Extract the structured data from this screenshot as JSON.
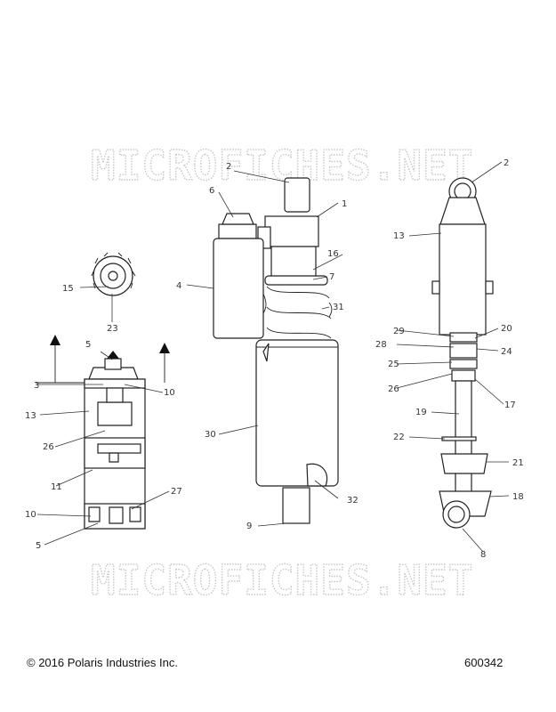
{
  "watermark": {
    "text_top": "MICROFICHES.NET",
    "text_bottom": "MICROFICHES.NET"
  },
  "callouts": {
    "c1": "1",
    "c2a": "2",
    "c2b": "2",
    "c3": "3",
    "c4": "4",
    "c5": "5",
    "c6": "6",
    "c7": "7",
    "c8": "8",
    "c9": "9",
    "c10": "10",
    "c11": "11",
    "c13": "13",
    "c15": "15",
    "c16": "16",
    "c17": "17",
    "c18": "18",
    "c19": "19",
    "c20": "20",
    "c21": "21",
    "c22": "22",
    "c23": "23",
    "c24": "24",
    "c25": "25",
    "c26a": "26",
    "c26b": "26",
    "c27": "27",
    "c28": "28",
    "c29": "29",
    "c30": "30",
    "c31": "31",
    "c32": "32"
  },
  "footer": {
    "copyright": "© 2016 Polaris Industries Inc.",
    "figure_number": "600342"
  }
}
